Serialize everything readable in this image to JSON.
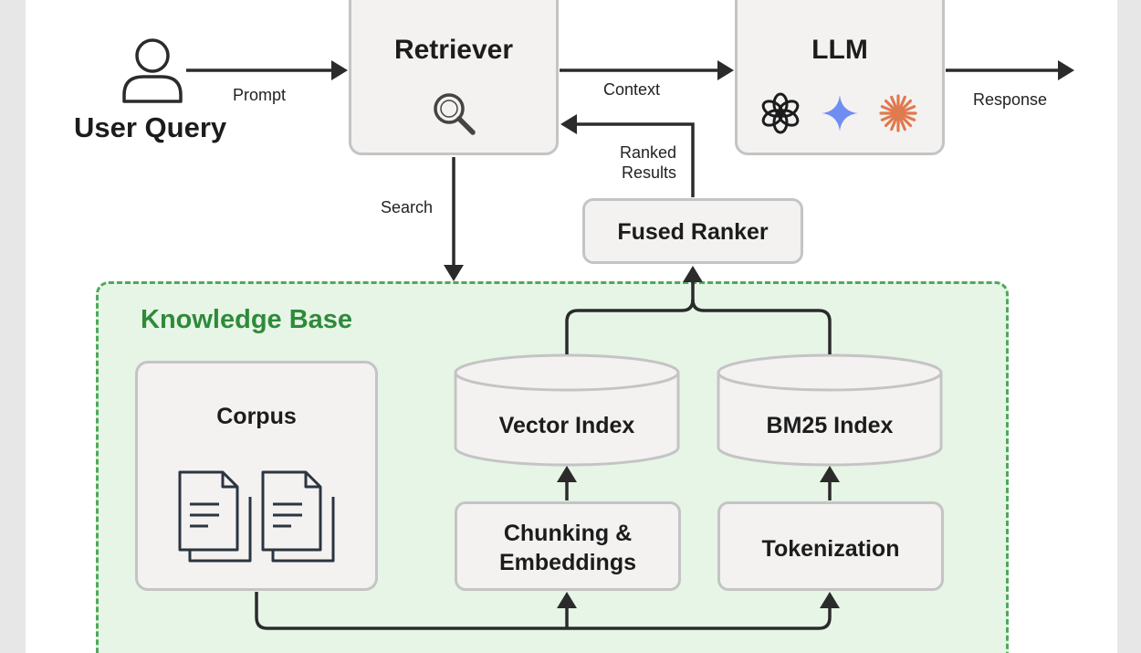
{
  "diagram": {
    "user_query": {
      "label": "User Query",
      "icon": "user-icon"
    },
    "retriever": {
      "title": "Retriever",
      "icon": "search-icon"
    },
    "llm": {
      "title": "LLM",
      "icons": [
        "openai-logo-icon",
        "sparkle-star-icon",
        "asterisk-burst-icon"
      ]
    },
    "fused_ranker": {
      "title": "Fused Ranker"
    },
    "knowledge_base": {
      "title": "Knowledge Base",
      "corpus": {
        "title": "Corpus",
        "icon": "documents-icon"
      },
      "vector_index": {
        "title": "Vector Index"
      },
      "bm25_index": {
        "title": "BM25 Index"
      },
      "chunking": {
        "title_line1": "Chunking &",
        "title_line2": "Embeddings"
      },
      "tokenization": {
        "title": "Tokenization"
      }
    },
    "edges": {
      "prompt": "Prompt",
      "context": "Context",
      "response": "Response",
      "search": "Search",
      "ranked_line1": "Ranked",
      "ranked_line2": "Results"
    },
    "colors": {
      "node_fill": "#f3f2f1",
      "node_border": "#c4c4c4",
      "kb_fill": "#e6f5e6",
      "kb_border": "#4ea95a",
      "kb_title": "#2f8a3a",
      "arrow": "#2b2b2b",
      "sparkle": "#6f8ef2",
      "burst": "#e07a4f"
    }
  }
}
